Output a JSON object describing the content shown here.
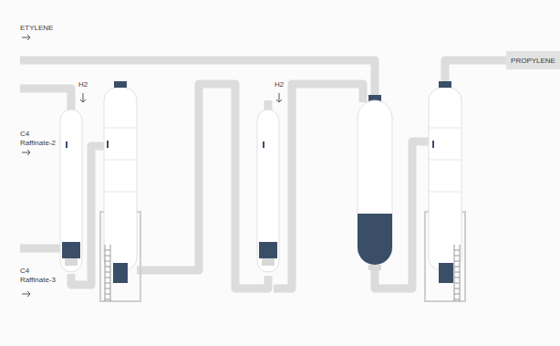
{
  "diagram": {
    "nodes": [
      {
        "text": [
          "PROPYLENE"
        ]
      }
    ],
    "edges": [],
    "labels": [
      "ETYLENE",
      "C4 Raffinate-2",
      "H2",
      "C4 Raffinate-3",
      "H2"
    ]
  }
}
